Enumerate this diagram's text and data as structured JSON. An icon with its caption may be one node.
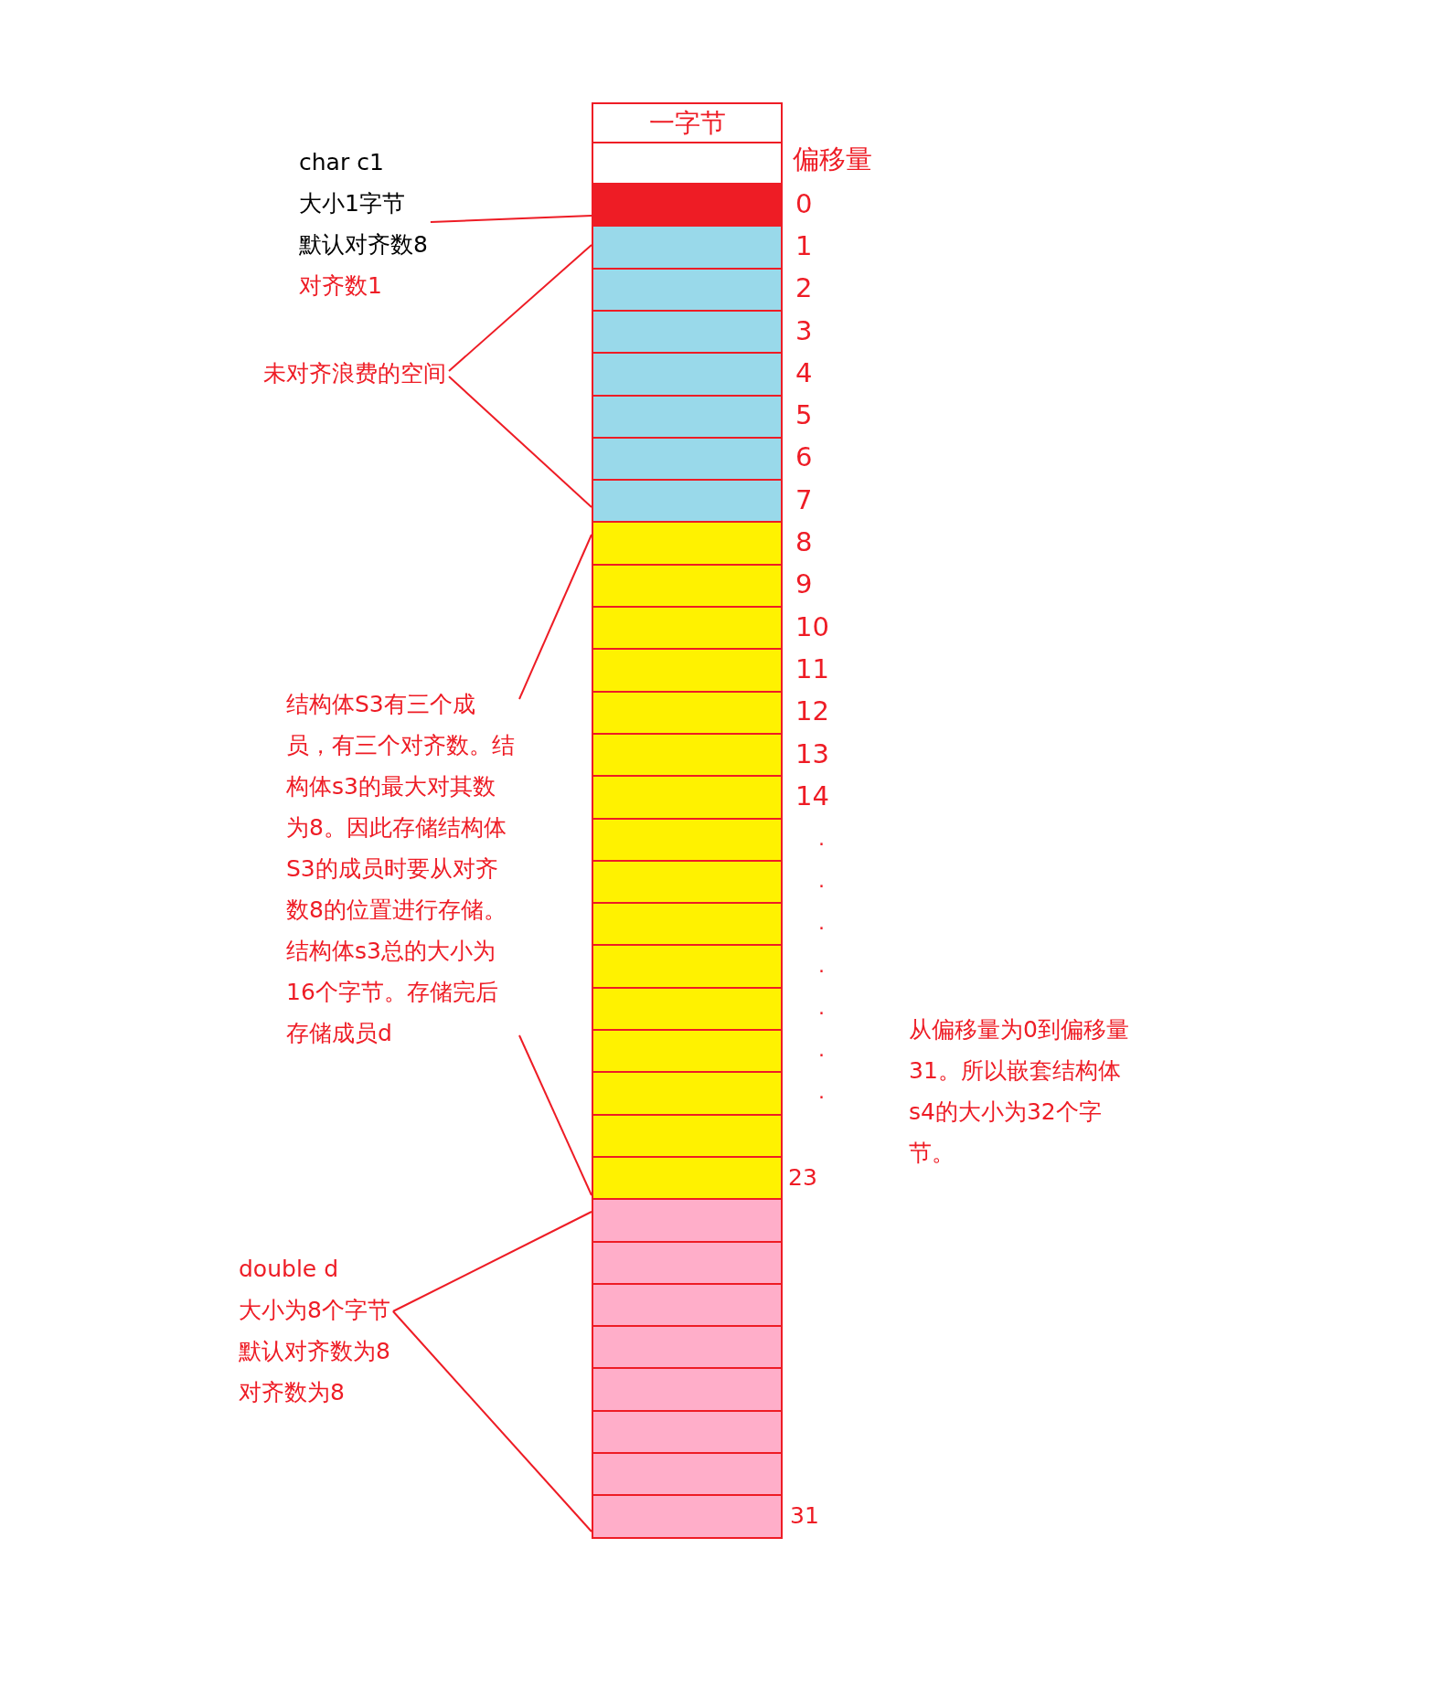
{
  "diagram": {
    "nodes": [
      {
        "text": [
          "一字节"
        ]
      },
      {
        "text": [],
        "shape": "box"
      },
      {
        "text": [],
        "shape": "box"
      },
      {
        "text": [],
        "shape": "box"
      },
      {
        "text": [],
        "shape": "box"
      },
      {
        "text": [],
        "shape": "box"
      },
      {
        "text": [],
        "shape": "box"
      },
      {
        "text": [],
        "shape": "box"
      },
      {
        "text": [],
        "shape": "box"
      },
      {
        "text": [],
        "shape": "box"
      },
      {
        "text": [],
        "shape": "box"
      },
      {
        "text": [],
        "shape": "box"
      },
      {
        "text": [],
        "shape": "box"
      },
      {
        "text": [],
        "shape": "box"
      },
      {
        "text": [],
        "shape": "box"
      },
      {
        "text": [],
        "shape": "box"
      },
      {
        "text": [],
        "shape": "box"
      },
      {
        "text": [],
        "shape": "box"
      },
      {
        "text": [],
        "shape": "box"
      },
      {
        "text": [],
        "shape": "box"
      },
      {
        "text": [],
        "shape": "box"
      },
      {
        "text": [],
        "shape": "box"
      },
      {
        "text": [],
        "shape": "box"
      },
      {
        "text": [],
        "shape": "box"
      },
      {
        "text": [],
        "shape": "box"
      },
      {
        "text": [],
        "shape": "box"
      },
      {
        "text": [],
        "shape": "box"
      },
      {
        "text": [],
        "shape": "box"
      },
      {
        "text": [],
        "shape": "box"
      },
      {
        "text": [],
        "shape": "box"
      },
      {
        "text": [],
        "shape": "box"
      },
      {
        "text": [],
        "shape": "box"
      },
      {
        "text": [],
        "shape": "box"
      },
      {
        "text": [],
        "shape": "box"
      },
      {
        "text": [
          "char c1",
          "大小1字节",
          "默认对齐数8",
          "对齐数1"
        ]
      },
      {
        "text": [
          "未对齐浪费的空间"
        ]
      },
      {
        "text": [
          "结构体S3有三个成员，有三个对齐数。结构体s3的最大对其数为8。因此存储结构体S3的成员时要从对齐数8的位置进行存储。结构体s3总的大小为16个字节。存储完后存储成员d"
        ]
      },
      {
        "text": [
          "double d",
          "大小为8个字节",
          "默认对齐数为8",
          "对齐数为8"
        ]
      }
    ],
    "edges": [
      {
        "from": 34,
        "to": 2,
        "arrow": "none"
      },
      {
        "from": 35,
        "to": 3,
        "arrow": "none"
      },
      {
        "from": 35,
        "to": 9,
        "arrow": "none"
      },
      {
        "from": 36,
        "to": 10,
        "arrow": "none"
      },
      {
        "from": 36,
        "to": 25,
        "arrow": "none"
      },
      {
        "from": 37,
        "to": 26,
        "arrow": "none"
      },
      {
        "from": 37,
        "to": 33,
        "arrow": "none"
      }
    ],
    "labels": [
      "偏移量",
      "0",
      "1",
      "2",
      "3",
      "4",
      "5",
      "6",
      "7",
      "8",
      "9",
      "10",
      "11",
      "12",
      "13",
      "14",
      ".",
      ".",
      ".",
      ".",
      ".",
      ".",
      ".",
      "23",
      "31",
      "从偏移量为0到偏移量31。所以嵌套结构体s4的大小为32个字节。"
    ]
  }
}
